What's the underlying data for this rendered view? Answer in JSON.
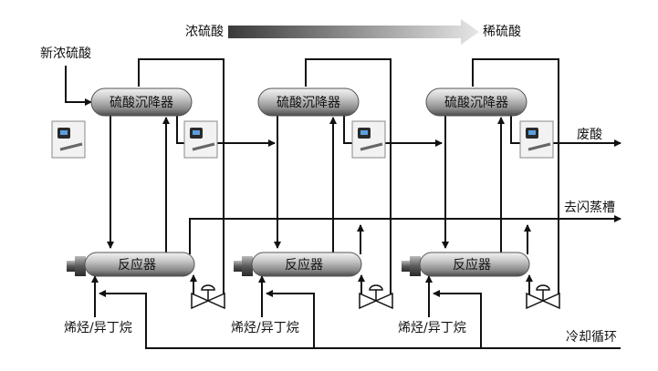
{
  "flow_indicator": {
    "from_label": "浓硫酸",
    "to_label": "稀硫酸"
  },
  "labels": {
    "fresh_acid": "新浓硫酸",
    "waste_acid": "废酸",
    "to_flash_tank": "去闪蒸槽",
    "cooling_loop": "冷却循环"
  },
  "stages": [
    {
      "settler_label": "硫酸沉降器",
      "reactor_label": "反应器",
      "feed_label": "烯烃/异丁烷"
    },
    {
      "settler_label": "硫酸沉降器",
      "reactor_label": "反应器",
      "feed_label": "烯烃/异丁烷"
    },
    {
      "settler_label": "硫酸沉降器",
      "reactor_label": "反应器",
      "feed_label": "烯烃/异丁烷"
    }
  ]
}
